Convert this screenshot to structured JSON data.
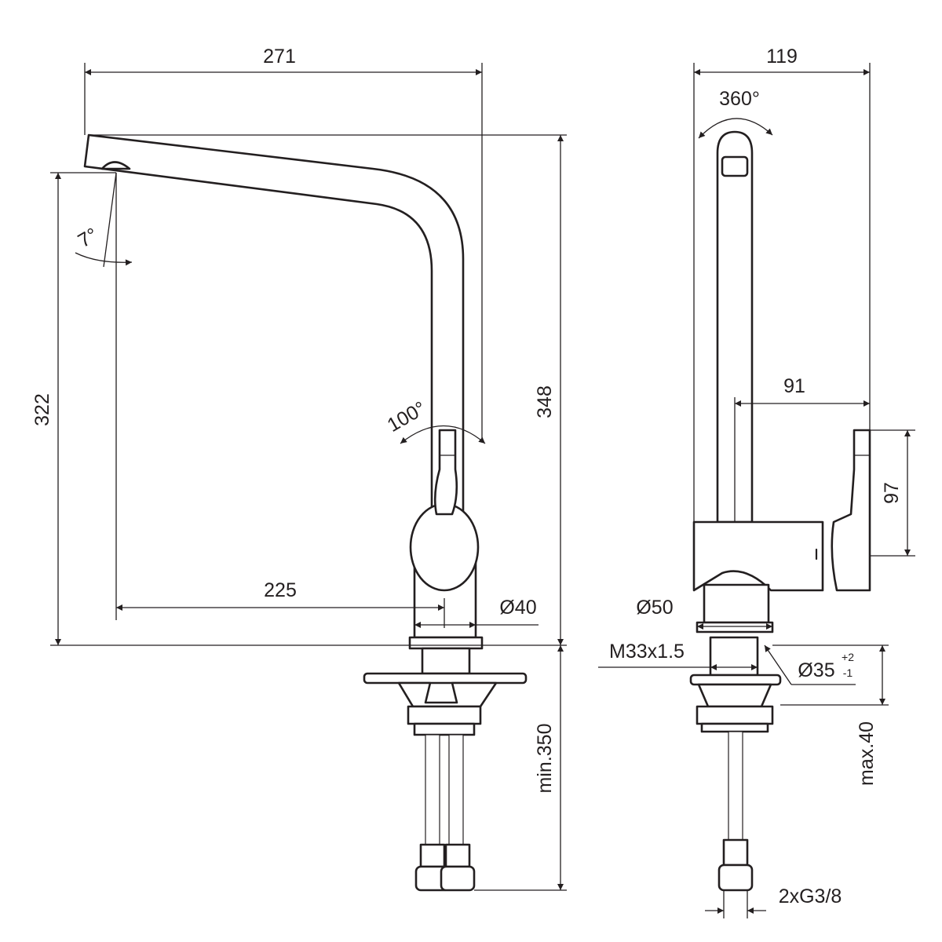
{
  "dimensions": {
    "total_width": "271",
    "side_width": "119",
    "rotation": "360°",
    "spout_angle": "7°",
    "height_outlet": "322",
    "total_height": "348",
    "lever_angle": "100°",
    "spout_reach": "225",
    "body_diameter": "Ø40",
    "base_diameter": "Ø50",
    "lever_offset": "91",
    "lever_height": "97",
    "thread": "M33x1.5",
    "hole_diameter": "Ø35",
    "hole_tol_plus": "+2",
    "hole_tol_minus": "-1",
    "max_deck_thickness": "max.40",
    "hose_length": "min.350",
    "connection": "2xG3/8"
  }
}
